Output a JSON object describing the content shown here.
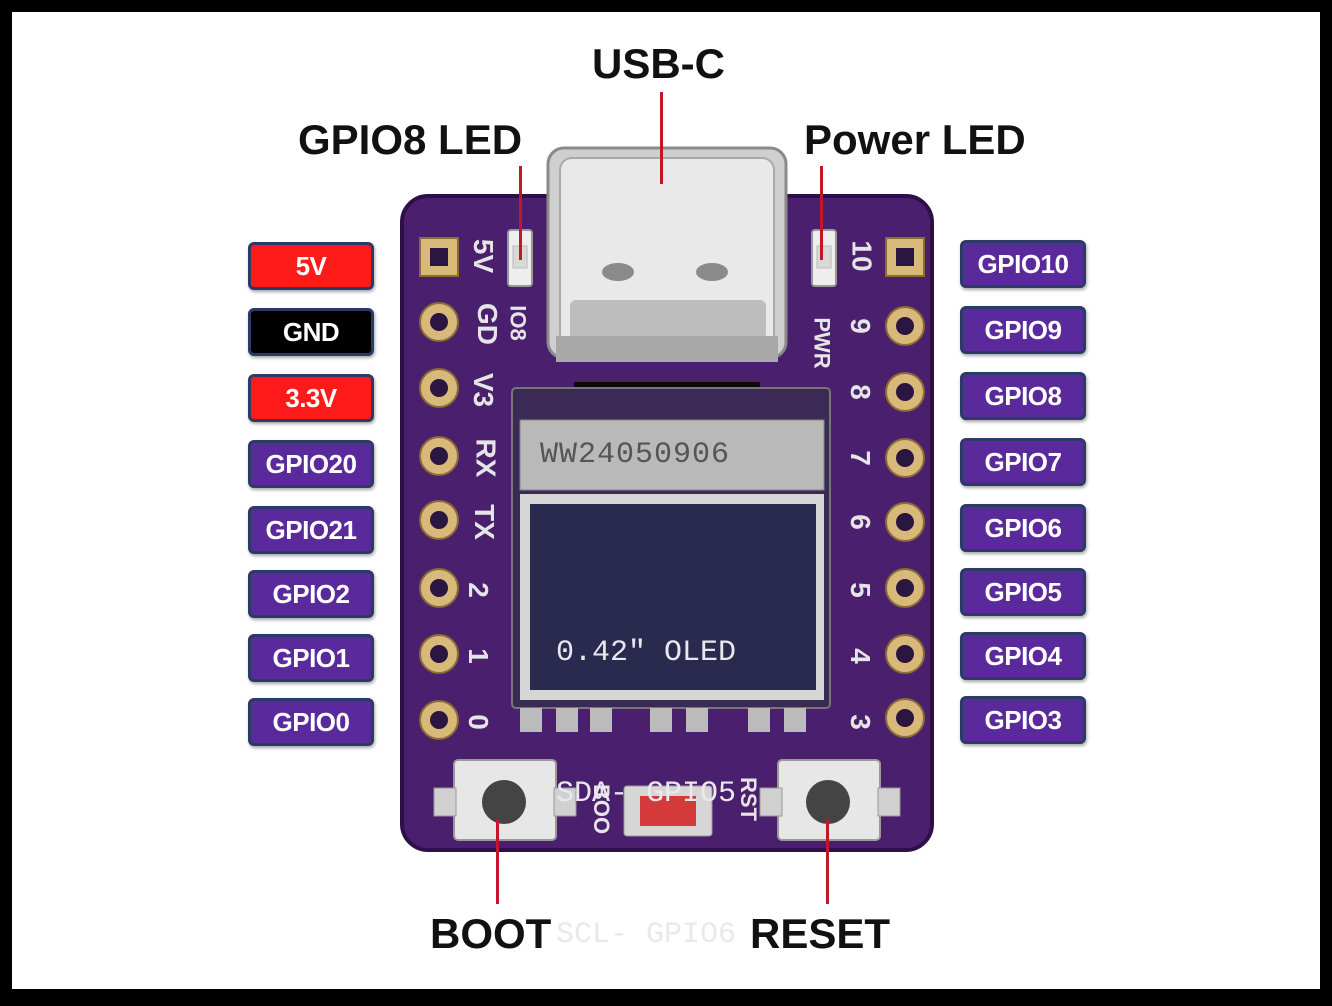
{
  "callouts": {
    "usb": "USB-C",
    "gpio8_led": "GPIO8 LED",
    "power_led": "Power LED",
    "boot": "BOOT",
    "reset": "RESET"
  },
  "left_pins": [
    {
      "label": "5V",
      "color": "#ff1a1a"
    },
    {
      "label": "GND",
      "color": "#000000"
    },
    {
      "label": "3.3V",
      "color": "#ff1a1a"
    },
    {
      "label": "GPIO20",
      "color": "#5a2a9c"
    },
    {
      "label": "GPIO21",
      "color": "#5a2a9c"
    },
    {
      "label": "GPIO2",
      "color": "#5a2a9c"
    },
    {
      "label": "GPIO1",
      "color": "#5a2a9c"
    },
    {
      "label": "GPIO0",
      "color": "#5a2a9c"
    }
  ],
  "right_pins": [
    {
      "label": "GPIO10",
      "color": "#5a2a9c"
    },
    {
      "label": "GPIO9",
      "color": "#5a2a9c"
    },
    {
      "label": "GPIO8",
      "color": "#5a2a9c"
    },
    {
      "label": "GPIO7",
      "color": "#5a2a9c"
    },
    {
      "label": "GPIO6",
      "color": "#5a2a9c"
    },
    {
      "label": "GPIO5",
      "color": "#5a2a9c"
    },
    {
      "label": "GPIO4",
      "color": "#5a2a9c"
    },
    {
      "label": "GPIO3",
      "color": "#5a2a9c"
    }
  ],
  "silkscreen": {
    "left": [
      "5V",
      "GD",
      "V3",
      "RX",
      "TX",
      "2",
      "1",
      "0"
    ],
    "right": [
      "10",
      "9",
      "8",
      "7",
      "6",
      "5",
      "4",
      "3"
    ],
    "io8": "IO8",
    "pwr": "PWR",
    "boo": "BOO",
    "rst": "RST"
  },
  "oled": {
    "panel_code": "WW24050906",
    "lines": [
      "0.42\" OLED",
      "SDA- GPIO5",
      "SCL- GPIO6"
    ]
  },
  "colors": {
    "board": "#4a1f6e",
    "leader": "#c0182a",
    "gpio_label": "#5a2a9c",
    "power_label": "#ff1a1a"
  }
}
